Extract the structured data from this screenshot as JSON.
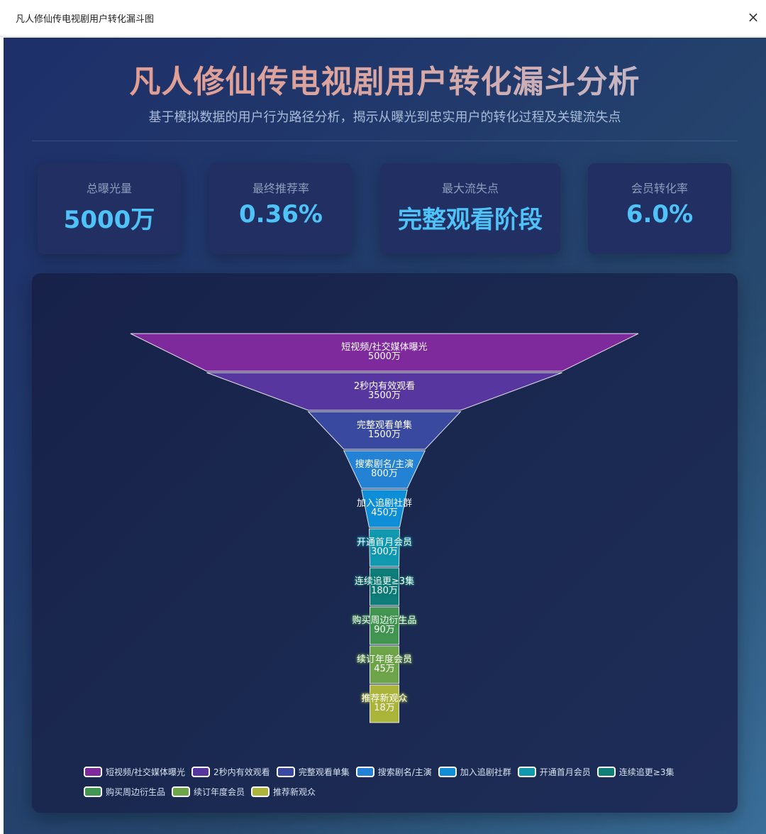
{
  "window": {
    "title": "凡人修仙传电视剧用户转化漏斗图",
    "close_icon": "×"
  },
  "header": {
    "title": "凡人修仙传电视剧用户转化漏斗分析",
    "subtitle": "基于模拟数据的用户行为路径分析，揭示从曝光到忠实用户的转化过程及关键流失点"
  },
  "stats": [
    {
      "label": "总曝光量",
      "value": "5000万"
    },
    {
      "label": "最终推荐率",
      "value": "0.36%"
    },
    {
      "label": "最大流失点",
      "value": "完整观看阶段"
    },
    {
      "label": "会员转化率",
      "value": "6.0%"
    }
  ],
  "colors": {
    "accent": "#4fc3f7",
    "segments": [
      "#7e2a9c",
      "#5736a0",
      "#3949a0",
      "#2382d4",
      "#0d8ed6",
      "#1199b0",
      "#0f7d78",
      "#439651",
      "#6fa54a",
      "#abb53c"
    ]
  },
  "chart_data": {
    "type": "funnel",
    "title": "凡人修仙传电视剧用户转化漏斗分析",
    "unit": "万",
    "categories": [
      "短视频/社交媒体曝光",
      "2秒内有效观看",
      "完整观看单集",
      "搜索剧名/主演",
      "加入追剧社群",
      "开通首月会员",
      "连续追更≥3集",
      "购买周边衍生品",
      "续订年度会员",
      "推荐新观众"
    ],
    "values": [
      5000,
      3500,
      1500,
      800,
      450,
      300,
      180,
      90,
      45,
      18
    ],
    "value_labels": [
      "5000万",
      "3500万",
      "1500万",
      "800万",
      "450万",
      "300万",
      "180万",
      "90万",
      "45万",
      "18万"
    ],
    "legend_position": "bottom",
    "legend": [
      "短视频/社交媒体曝光",
      "2秒内有效观看",
      "完整观看单集",
      "搜索剧名/主演",
      "加入追剧社群",
      "开通首月会员",
      "连续追更≥3集",
      "购买周边衍生品",
      "续订年度会员",
      "推荐新观众"
    ]
  }
}
